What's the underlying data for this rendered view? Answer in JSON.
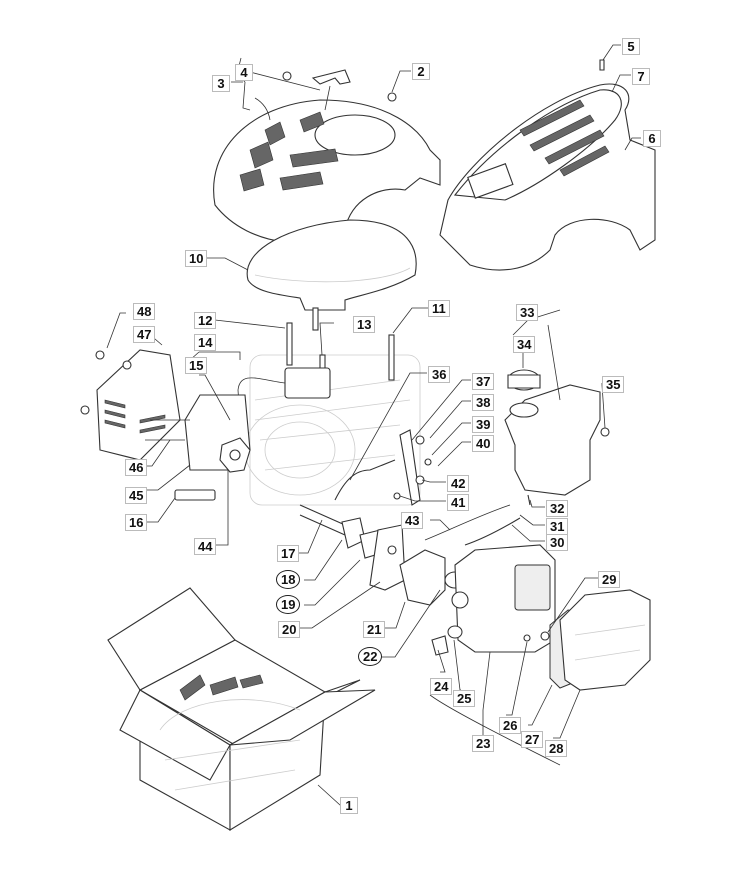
{
  "title": "Engine exploded parts diagram",
  "callouts": [
    {
      "num": "1",
      "part": "engine-assembly-box",
      "style": "box"
    },
    {
      "num": "2",
      "part": "nut",
      "style": "box"
    },
    {
      "num": "3",
      "part": "starter-housing-assembly",
      "style": "box"
    },
    {
      "num": "4",
      "part": "starter-handle",
      "style": "box"
    },
    {
      "num": "5",
      "part": "screw",
      "style": "box"
    },
    {
      "num": "6",
      "part": "engine-cover-lower",
      "style": "box"
    },
    {
      "num": "7",
      "part": "engine-cover-grille",
      "style": "box"
    },
    {
      "num": "10",
      "part": "fan-shroud",
      "style": "box"
    },
    {
      "num": "11",
      "part": "stud",
      "style": "box"
    },
    {
      "num": "12",
      "part": "stud",
      "style": "box"
    },
    {
      "num": "13",
      "part": "bolt",
      "style": "box"
    },
    {
      "num": "14",
      "part": "ignition-assembly",
      "style": "box"
    },
    {
      "num": "15",
      "part": "ignition-coil",
      "style": "box"
    },
    {
      "num": "16",
      "part": "spark-plug",
      "style": "box"
    },
    {
      "num": "17",
      "part": "carburetor-stud",
      "style": "box"
    },
    {
      "num": "18",
      "part": "gasket",
      "style": "oval"
    },
    {
      "num": "19",
      "part": "gasket",
      "style": "oval"
    },
    {
      "num": "20",
      "part": "insulator-plate",
      "style": "box"
    },
    {
      "num": "21",
      "part": "carburetor",
      "style": "box"
    },
    {
      "num": "22",
      "part": "gasket",
      "style": "oval"
    },
    {
      "num": "23",
      "part": "air-filter-assembly",
      "style": "box"
    },
    {
      "num": "24",
      "part": "cap",
      "style": "box"
    },
    {
      "num": "25",
      "part": "ring",
      "style": "box"
    },
    {
      "num": "26",
      "part": "filter-element",
      "style": "box"
    },
    {
      "num": "27",
      "part": "pre-filter",
      "style": "box"
    },
    {
      "num": "28",
      "part": "air-filter-cover",
      "style": "box"
    },
    {
      "num": "29",
      "part": "nut",
      "style": "box"
    },
    {
      "num": "30",
      "part": "fuel-hose",
      "style": "box"
    },
    {
      "num": "31",
      "part": "clamp",
      "style": "box"
    },
    {
      "num": "32",
      "part": "fuel-filter",
      "style": "box"
    },
    {
      "num": "33",
      "part": "fuel-tank-assembly",
      "style": "box"
    },
    {
      "num": "34",
      "part": "fuel-cap",
      "style": "box"
    },
    {
      "num": "35",
      "part": "bolt",
      "style": "box"
    },
    {
      "num": "36",
      "part": "breather-hose",
      "style": "box"
    },
    {
      "num": "37",
      "part": "throttle-bracket",
      "style": "box"
    },
    {
      "num": "38",
      "part": "clip",
      "style": "box"
    },
    {
      "num": "39",
      "part": "screw",
      "style": "box"
    },
    {
      "num": "40",
      "part": "spring",
      "style": "box"
    },
    {
      "num": "41",
      "part": "screw",
      "style": "box"
    },
    {
      "num": "42",
      "part": "nut",
      "style": "box"
    },
    {
      "num": "43",
      "part": "throttle-rod",
      "style": "box"
    },
    {
      "num": "44",
      "part": "muffler-gasket",
      "style": "box"
    },
    {
      "num": "45",
      "part": "muffler",
      "style": "box"
    },
    {
      "num": "46",
      "part": "muffler-bolt",
      "style": "box"
    },
    {
      "num": "47",
      "part": "muffler-guard",
      "style": "box"
    },
    {
      "num": "48",
      "part": "screw",
      "style": "box"
    }
  ]
}
